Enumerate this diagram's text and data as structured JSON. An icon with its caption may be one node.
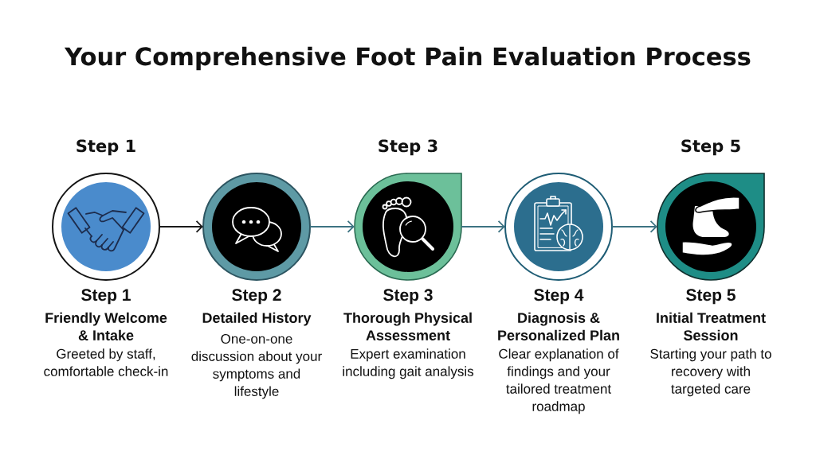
{
  "diagram": {
    "title": "Your Comprehensive Foot Pain Evaluation Process",
    "nodes": [
      {
        "text": [],
        "shape": "circle",
        "beside": [
          "Step 1",
          "Step 1",
          "Friendly Welcome & Intake",
          "Greeted by staff, comfortable check-in"
        ]
      },
      {
        "text": [],
        "shape": "circle",
        "beside": [
          "Step 2",
          "Detailed History",
          "One-on-one discussion about your symptoms and lifestyle"
        ]
      },
      {
        "text": [],
        "shape": "teardrop",
        "beside": [
          "Step 3",
          "Step 3",
          "Thorough Physical Assessment",
          "Expert examination including gait analysis"
        ]
      },
      {
        "text": [],
        "shape": "circle",
        "beside": [
          "Step 4",
          "Diagnosis & Personalized Plan",
          "Clear explanation of findings and your tailored treatment roadmap"
        ]
      },
      {
        "text": [],
        "shape": "teardrop",
        "beside": [
          "Step 5",
          "Step 5",
          "Initial Treatment Session",
          "Starting your path to recovery with targeted care"
        ]
      }
    ],
    "edges": [
      {
        "from": 0,
        "to": 1,
        "arrow": "to",
        "color": "#1a1a1a"
      },
      {
        "from": 1,
        "to": 2,
        "arrow": "to"
      },
      {
        "from": 2,
        "to": 3,
        "arrow": "to"
      },
      {
        "from": 3,
        "to": 4,
        "arrow": "to"
      }
    ]
  }
}
